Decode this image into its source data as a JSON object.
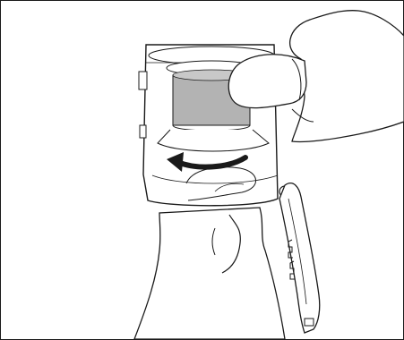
{
  "illustration": {
    "content": [
      "hand-holding-canister",
      "thumb-pressing-lid",
      "transparent-canister",
      "filter-cone",
      "counterclockwise-rotation-arrow",
      "hinged-lid-open"
    ],
    "colors": {
      "outline": "#1a1a1a",
      "filter_gray": "#b3b3b3",
      "background": "#ffffff",
      "hand_fill": "#ffffff"
    }
  }
}
